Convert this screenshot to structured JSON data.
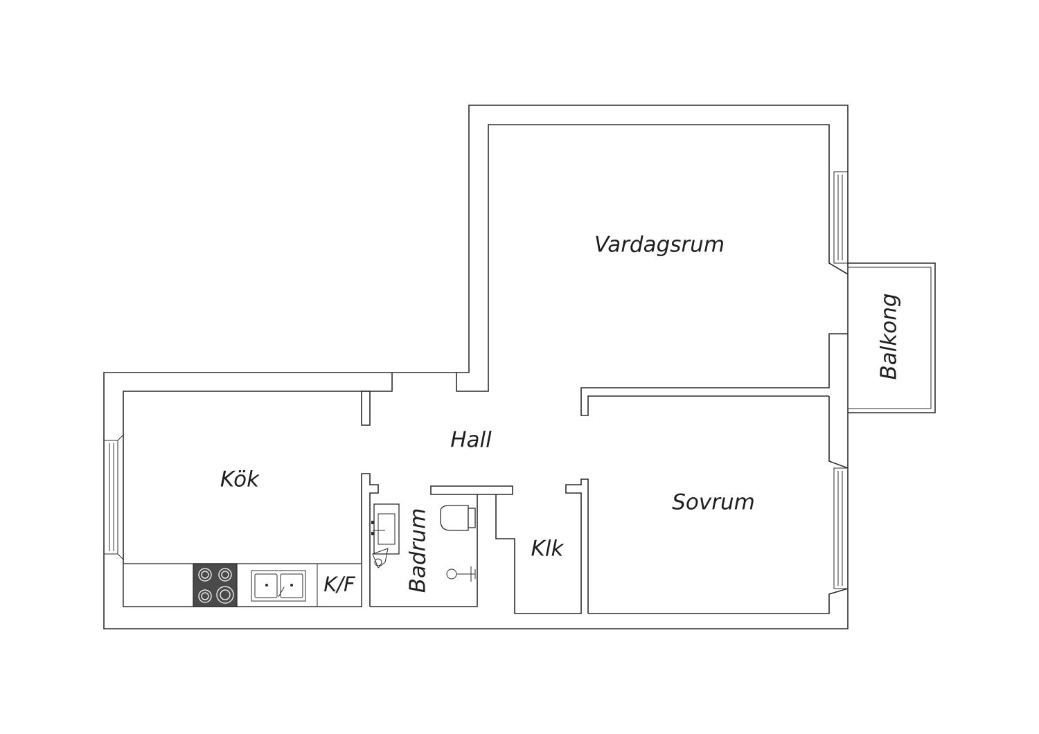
{
  "rooms": {
    "vardagsrum": "Vardagsrum",
    "balkong": "Balkong",
    "hall": "Hall",
    "kok": "Kök",
    "sovrum": "Sovrum",
    "badrum": "Badrum",
    "klk": "Klk",
    "kf": "K/F"
  },
  "colors": {
    "wall": "#2b2b2b",
    "stove": "#4a4a4a",
    "background": "#ffffff"
  }
}
